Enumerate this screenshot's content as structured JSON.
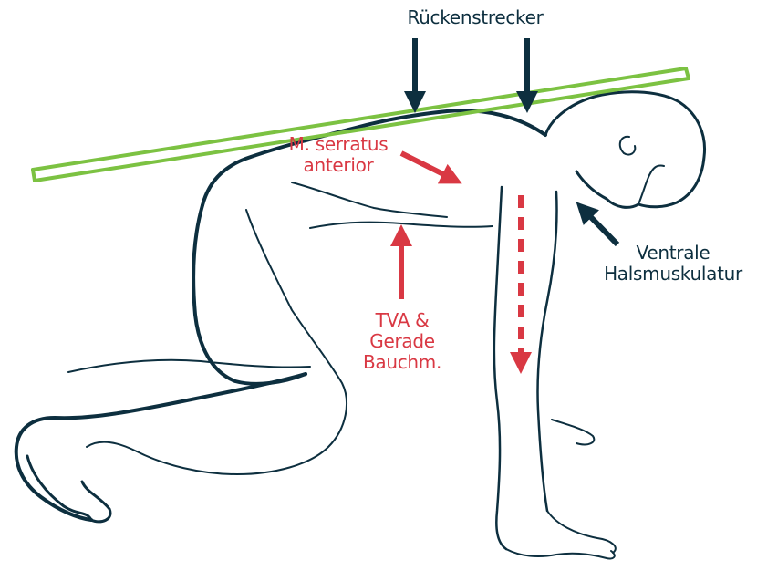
{
  "labels": {
    "erector": "Rückenstrecker",
    "serratus_line1": "M. serratus",
    "serratus_line2": "anterior",
    "neck_line1": "Ventrale",
    "neck_line2": "Halsmuskulatur",
    "tva_line1": "TVA &",
    "tva_line2": "Gerade",
    "tva_line3": "Bauchm."
  },
  "colors": {
    "outline": "#0d2f3f",
    "muscle_label": "#d93843",
    "arrow_dark": "#0d2f3f",
    "arrow_red": "#d93843",
    "stick": "#7cc242"
  }
}
